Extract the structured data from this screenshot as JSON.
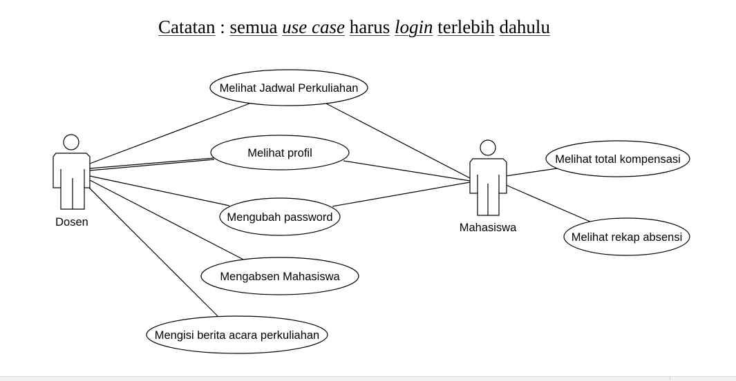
{
  "note": {
    "w1": "Catatan",
    "sep": " : ",
    "w2": "semua",
    "w3": "use case",
    "w4": "harus",
    "w5": "login",
    "w6": "terlebih",
    "w7": "dahulu"
  },
  "actors": {
    "dosen": "Dosen",
    "mahasiswa": "Mahasiswa"
  },
  "use_cases": {
    "jadwal": "Melihat Jadwal Perkuliahan",
    "profil": "Melihat profil",
    "password": "Mengubah password",
    "absen": "Mengabsen Mahasiswa",
    "berita": "Mengisi berita acara perkuliahan",
    "kompensasi": "Melihat total kompensasi",
    "rekap": "Melihat rekap absensi"
  },
  "colors": {
    "line": "#000000",
    "underline": "#e00000"
  }
}
